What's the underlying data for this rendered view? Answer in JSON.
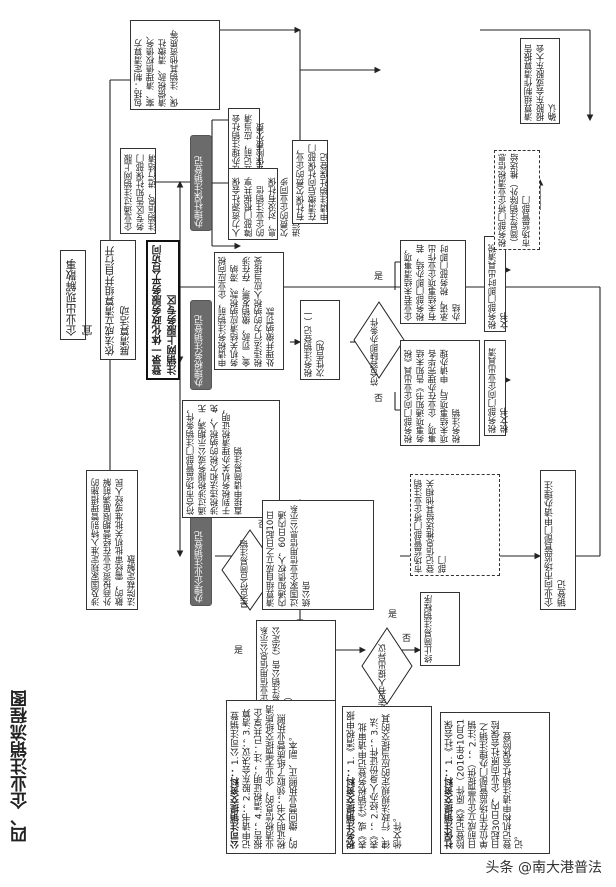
{
  "title": "四、企业注销流程图",
  "nodes": {
    "start": "企业出现解散事宜",
    "liquidation": "依法成立清算组并自行开展清算活动",
    "platform": "登录一体化政务服务平台访问注销网上服务专区",
    "law_note": "涉及国家规定准入特别管理措施的外商投资企业在经营期限届满前解散的，需经审批机关批准或经人民法院裁定解散",
    "social_reg": "办理社保注销登记",
    "tax_reg": "办理税务注销登记",
    "biz_reg": "办理企业注销登记",
    "social_cond": "企业通过注销网上服务专区告知社保部门注销信息，进行结清",
    "social_a": "企业在办理注销社会保险登记前，应当清缴社会保险费欠费",
    "social_b": "人力资源社会保障部门根据共享的企业注销信息，对没有社保欠费的企业同步进行社保注销",
    "social_c": "有社保欠费的企业，在清缴后向社保部门申请注销社保登记",
    "liq_list": "包括：制定清算方案、清理债权债务、清偿税款、清缴社保、注销其他资质等",
    "liq_report": "清算组制作清算报告报股东会或股东大会确认",
    "tax_apply": "申请税务注销前，企业应向税务机关结清应纳税款、滞纳金、罚款，缴销发票，存在涉税违法行为的纳税人应当接受处理并缴纳罚款",
    "tax_once": "税务注销登记（一次性告知）",
    "tax_cond": "符合容缺即办条件",
    "tax_yes": "税务部门即时出具清税文书",
    "tax_yes_detail": "企业若未结清事项，税务部门即办结，若有未结事项企业作出承诺，税务部门即时办结",
    "tax_no": "税务部门向企业出具《税务事项通知书》告知未结事项，企业在办理完毕各项未结事项后，申请办理税务注销",
    "tax_share": "税务部门将企业清税信息（简易注销除外）推送给市场监管部门",
    "tax_doc": "税务部门向企业出具清税文书",
    "simple": "符合市场监管部门注销条件，通过涉税服务或公示期满，无涉税违法和欠税的纳税人，免于到税务机关办理清税证明，直接申请简易注销",
    "simple_q": "是否符合简易注销",
    "simple_no": "否",
    "simple_yes": "是",
    "announce": "清算组自成立之日起10日内通知债权人，60日内通过国家企业信用信息公示系统公告",
    "objection": "是否有人提出异议",
    "public": "通过国家企业信用信息公示系统发布简易注销公告（法定公告期45天）",
    "terminate": "终止简易注销程序",
    "market_share": "市场监管部门将企业注销登记信息推送给其他相关部门",
    "market_apply": "企业向市场监管部门申请办理注销登记",
    "yes": "是",
    "no": "否"
  },
  "notes": {
    "company": {
      "heading": "公司注销提交资料：",
      "items": [
        "1.公司注销登记申请书；",
        "2.股东会决议；",
        "3.清算报告；",
        "4.清税证明；",
        "注：已共享企业清税信息的，企业无需提交纸质清税证明文书；领取了纸质营业执照的，缴回营业执照正、副本。"
      ]
    },
    "tax": {
      "heading": "税务注销提交资料：",
      "items": [
        "1.《清税申报表》或《注销税务登记申请审批表》；",
        "2.经办人身份证件；",
        "3.法律、行政法规规定的应当提交的其他文件。"
      ]
    },
    "social": {
      "heading": "社保注销提交资料：",
      "items": [
        "1.《社会保险登记表》原件（2016年10月1日前成立企业需提供）；",
        "2.注销单位在市场监管部门办理注销之日起30日内，企业向原社会保险登记机构申请注销社会保险登记。"
      ]
    }
  },
  "footer": "头条 @南大港普法"
}
